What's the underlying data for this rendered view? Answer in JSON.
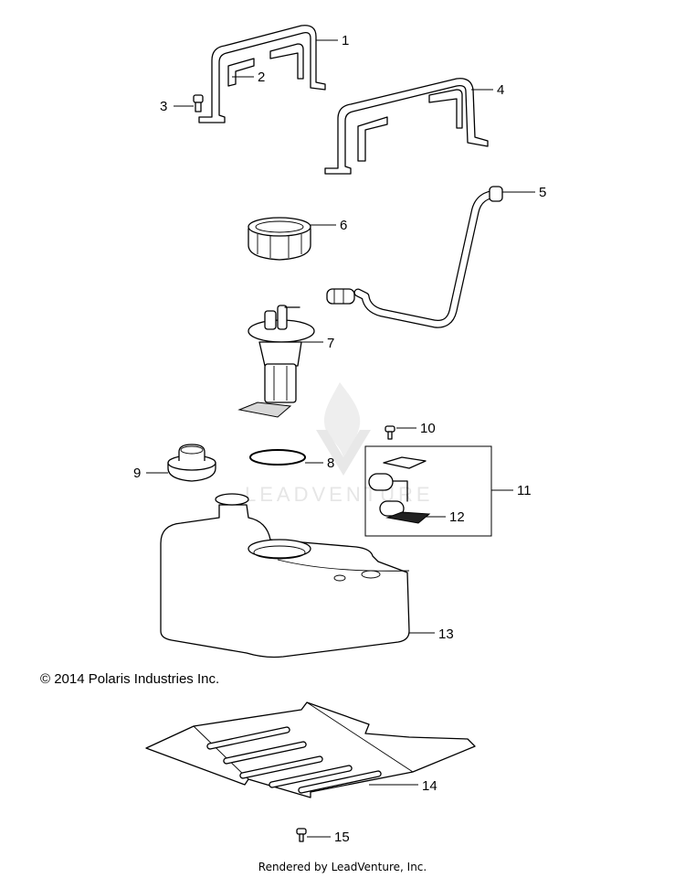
{
  "callouts": [
    {
      "num": "1"
    },
    {
      "num": "2"
    },
    {
      "num": "3"
    },
    {
      "num": "4"
    },
    {
      "num": "5"
    },
    {
      "num": "6"
    },
    {
      "num": "7"
    },
    {
      "num": "8"
    },
    {
      "num": "9"
    },
    {
      "num": "10"
    },
    {
      "num": "11"
    },
    {
      "num": "12"
    },
    {
      "num": "13"
    },
    {
      "num": "14"
    },
    {
      "num": "15"
    }
  ],
  "copyright": "© 2014 Polaris Industries Inc.",
  "watermark": "LEADVENTURE",
  "footer": "Rendered by LeadVenture, Inc."
}
